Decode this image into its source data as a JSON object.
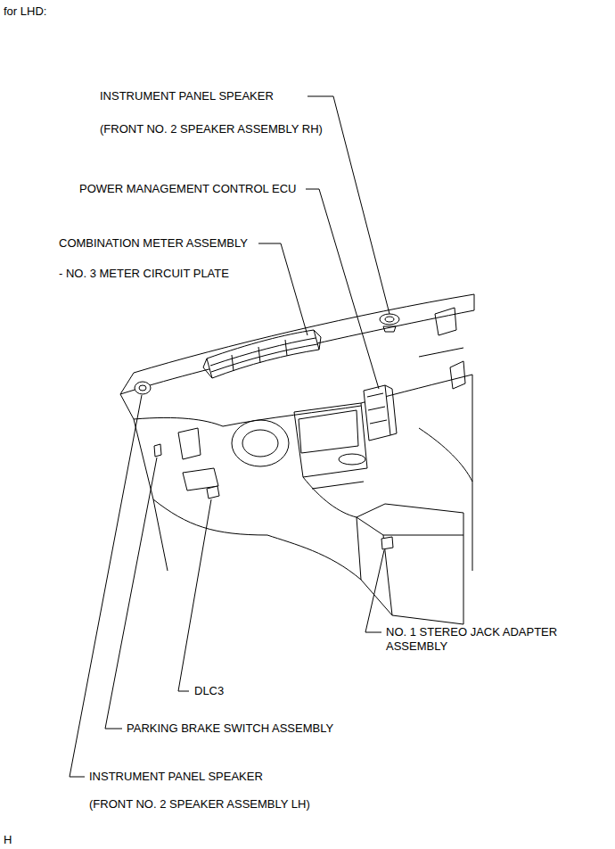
{
  "diagram": {
    "title": "for LHD:",
    "labels": [
      "INSTRUMENT PANEL SPEAKER",
      "(FRONT NO. 2 SPEAKER ASSEMBLY RH)",
      "POWER MANAGEMENT CONTROL ECU",
      "COMBINATION METER ASSEMBLY",
      "- NO. 3 METER CIRCUIT PLATE",
      "NO. 1 STEREO JACK ADAPTER ASSEMBLY",
      "DLC3",
      "PARKING BRAKE SWITCH ASSEMBLY",
      "INSTRUMENT PANEL SPEAKER",
      "(FRONT NO. 2 SPEAKER ASSEMBLY LH)",
      "H"
    ]
  }
}
